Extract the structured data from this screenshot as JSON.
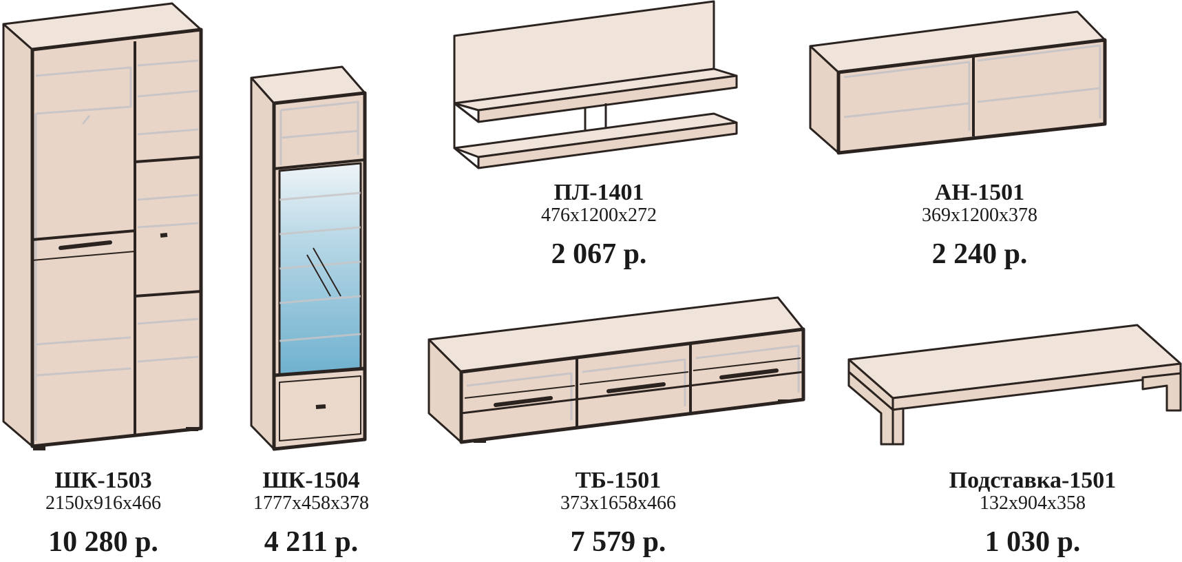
{
  "colors": {
    "body": "#ecdcd0",
    "body_shade": "#e1cab9",
    "outline": "#2b2320",
    "inner_line": "#c9c5c6",
    "glass_top": "#eef4f7",
    "glass_bottom": "#6fb1cf",
    "handle": "#2b2320"
  },
  "products": [
    {
      "id": "shk-1503",
      "name": "ШК-1503",
      "dims": "2150x916x466",
      "price": "10 280 р."
    },
    {
      "id": "shk-1504",
      "name": "ШК-1504",
      "dims": "1777x458x378",
      "price": "4 211 р."
    },
    {
      "id": "pl-1401",
      "name": "ПЛ-1401",
      "dims": "476x1200x272",
      "price": "2 067 р."
    },
    {
      "id": "an-1501",
      "name": "АН-1501",
      "dims": "369x1200x378",
      "price": "2 240 р."
    },
    {
      "id": "tb-1501",
      "name": "ТБ-1501",
      "dims": "373x1658x466",
      "price": "7 579 р."
    },
    {
      "id": "podstavka-1501",
      "name": "Подставка-1501",
      "dims": "132x904x358",
      "price": "1 030 р."
    }
  ]
}
